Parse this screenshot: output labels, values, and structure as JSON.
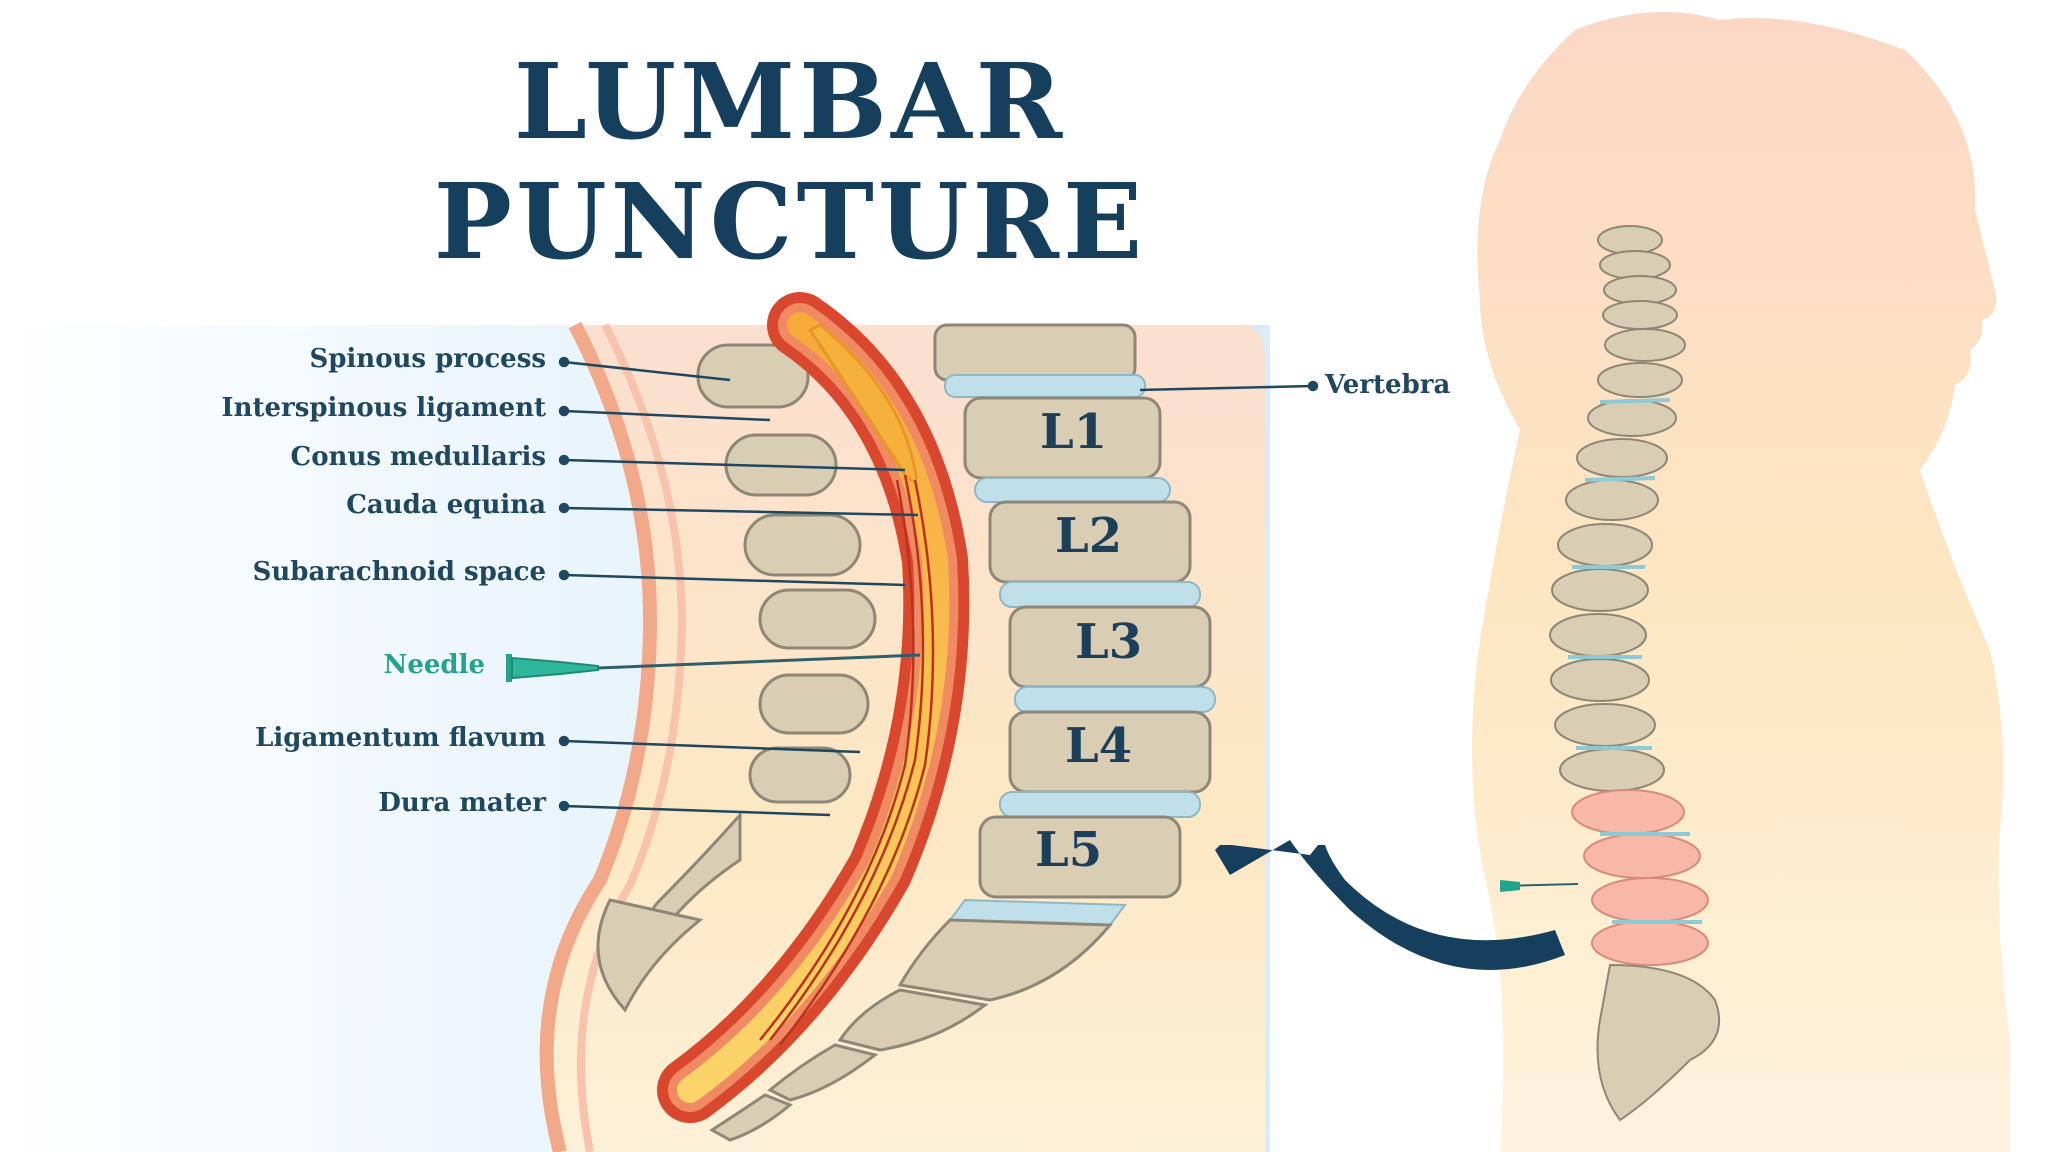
{
  "title": {
    "line1": "LUMBAR",
    "line2": "PUNCTURE"
  },
  "labels": {
    "spinous_process": "Spinous process",
    "interspinous_ligament": "Interspinous ligament",
    "conus_medullaris": "Conus medullaris",
    "cauda_equina": "Cauda equina",
    "subarachnoid_space": "Subarachnoid space",
    "needle": "Needle",
    "ligamentum_flavum": "Ligamentum flavum",
    "dura_mater": "Dura mater",
    "vertebra": "Vertebra"
  },
  "vertebrae": [
    "L1",
    "L2",
    "L3",
    "L4",
    "L5"
  ],
  "colors": {
    "title": "#153f5c",
    "label": "#1f4760",
    "needle": "#23a38d",
    "bone": "#d9cdb4",
    "disc": "#bfe0ea",
    "dura": "#d9472e",
    "csf": "#f6b13c",
    "skin": "#f9c8a9",
    "arrow": "#153f5c"
  }
}
